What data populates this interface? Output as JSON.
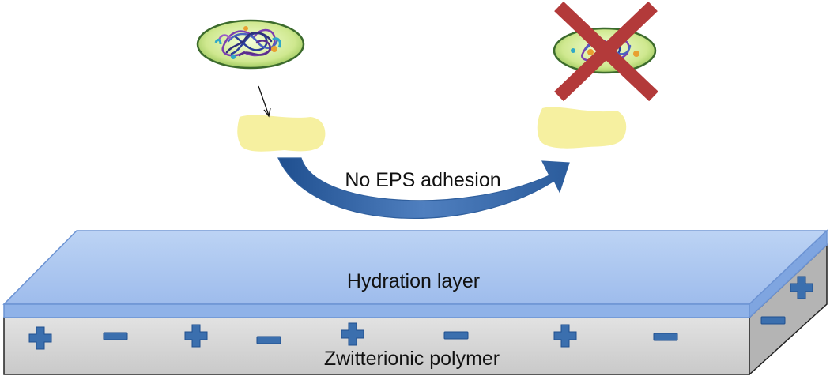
{
  "labels": {
    "arrow_caption": "No EPS adhesion",
    "hydration_layer": "Hydration layer",
    "polymer": "Zwitterionic polymer"
  },
  "charges": {
    "plus_symbol": "+",
    "minus_symbol": "−",
    "front_sequence": [
      "+",
      "−",
      "+",
      "−",
      "+",
      "−",
      "+",
      "−"
    ],
    "side_sequence": [
      "+",
      "−"
    ]
  },
  "colors": {
    "hydration_top": "#a9c5ef",
    "hydration_front": "#8fb2e8",
    "hydration_edge": "#6c93d3",
    "polymer_front": "#d3d3d3",
    "polymer_side": "#b8b8b8",
    "charge": "#3b6fae",
    "arrow": "#2f5f9e",
    "eps_blob": "#f6f0a0",
    "bacterium_body": "#c9e58c",
    "bacterium_rim": "#3c6b2c",
    "cross": "#b33a3a"
  },
  "icons": {
    "bacterium": "bacterium-cell-icon",
    "cross": "cross-x-icon",
    "eps": "eps-blob-icon"
  }
}
